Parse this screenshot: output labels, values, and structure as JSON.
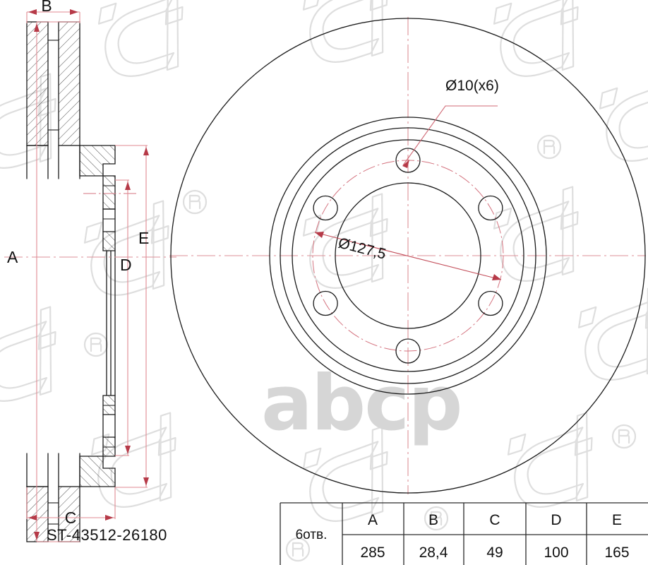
{
  "drawing": {
    "part_number": "ST-43512-26180",
    "callouts": [
      {
        "id": "hole-dia",
        "text": "Ø10(x6)"
      },
      {
        "id": "bolt-circle",
        "text": "Ø127,5"
      }
    ],
    "dimension_labels": {
      "a": "A",
      "b": "B",
      "c": "C",
      "d": "D",
      "e": "E"
    },
    "watermark": {
      "brand_text": "abcp",
      "logo_name": "sat-logo"
    },
    "colors": {
      "outline": "#1a1a1a",
      "dimension": "#e08a92",
      "centerline": "#dd8f97",
      "watermark": "#d8d8d8",
      "table_line": "#2a2a2a"
    }
  },
  "spec_table": {
    "row_header": "6отв.",
    "columns": [
      "A",
      "B",
      "C",
      "D",
      "E"
    ],
    "values": [
      "285",
      "28,4",
      "49",
      "100",
      "165"
    ]
  }
}
